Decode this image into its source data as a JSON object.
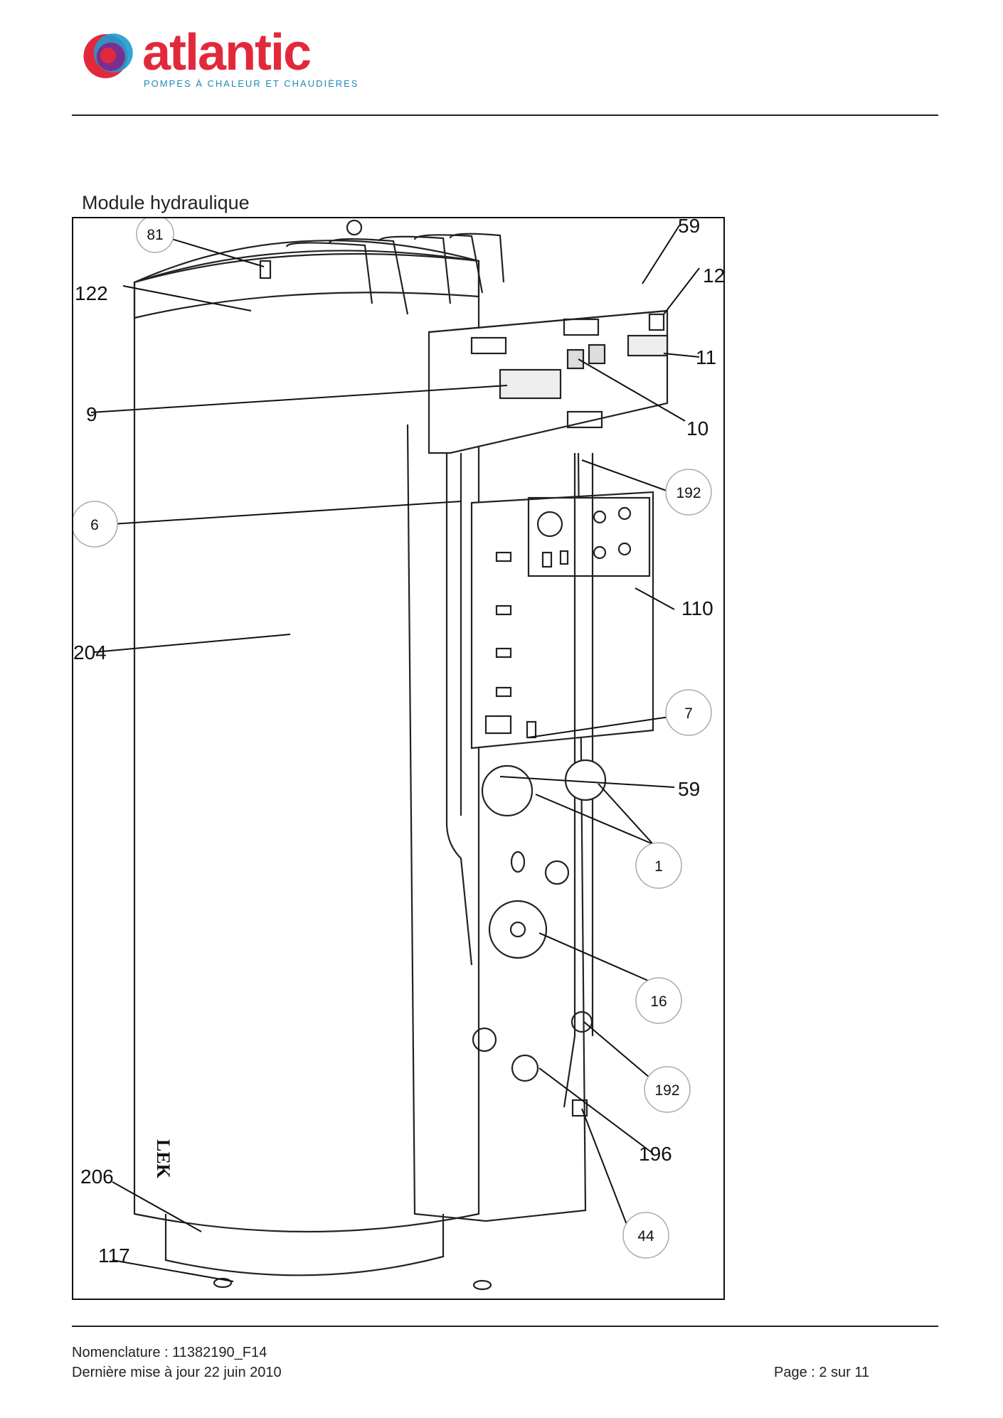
{
  "header": {
    "brand": "atlantic",
    "tagline": "POMPES À CHALEUR ET CHAUDIÈRES"
  },
  "section_title": "Module hydraulique",
  "callouts": {
    "c81": "81",
    "c122": "122",
    "c59_top": "59",
    "c12": "12",
    "c11": "11",
    "c9": "9",
    "c10": "10",
    "c192_top": "192",
    "c6": "6",
    "c110": "110",
    "c204": "204",
    "c7": "7",
    "c59_mid": "59",
    "c1": "1",
    "c16": "16",
    "c192_bottom": "192",
    "c196": "196",
    "c206": "206",
    "c44": "44",
    "c117": "117"
  },
  "tank_marking": "LEK",
  "footer": {
    "nomenclature": "Nomenclature : 11382190_F14",
    "last_update": "Dernière mise à jour 22 juin 2010",
    "page": "Page : 2 sur 11"
  },
  "colors": {
    "brand_red": "#e2293b",
    "tagline_blue": "#1f86b6"
  }
}
